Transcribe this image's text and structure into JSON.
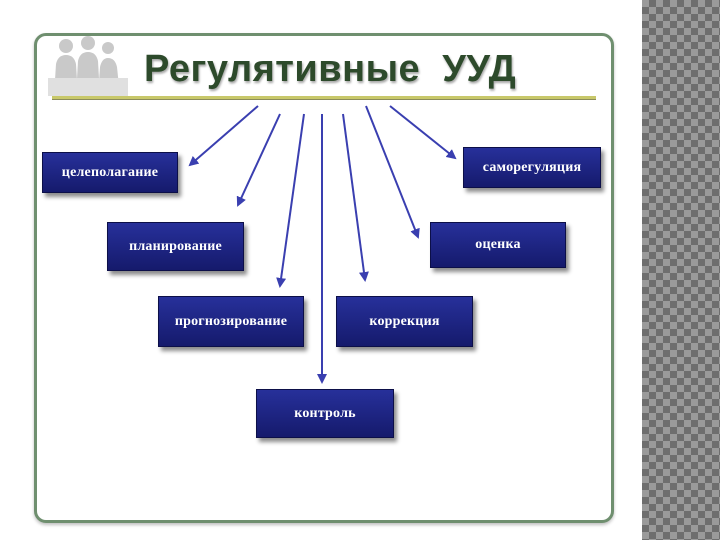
{
  "slide": {
    "title": "Регулятивные  УУД",
    "colors": {
      "title": "#2d4a2b",
      "box": "#1f2585",
      "arrow": "#3a3fb0",
      "frame": "#6f8f6f",
      "rule": "#c8c86a"
    }
  },
  "diagram": {
    "nodes": [
      {
        "id": "celepolaganie",
        "label": "целеполагание"
      },
      {
        "id": "samoreg",
        "label": "саморегуляция"
      },
      {
        "id": "planirovanie",
        "label": "планирование"
      },
      {
        "id": "ocenka",
        "label": "оценка"
      },
      {
        "id": "prognoz",
        "label": "прогнозирование"
      },
      {
        "id": "korrekcia",
        "label": "коррекция"
      },
      {
        "id": "kontrol",
        "label": "контроль"
      }
    ],
    "edges": [
      {
        "from": "title",
        "to": "celepolaganie"
      },
      {
        "from": "title",
        "to": "planirovanie"
      },
      {
        "from": "title",
        "to": "prognoz"
      },
      {
        "from": "title",
        "to": "kontrol"
      },
      {
        "from": "title",
        "to": "korrekcia"
      },
      {
        "from": "title",
        "to": "ocenka"
      },
      {
        "from": "title",
        "to": "samoreg"
      }
    ]
  },
  "icons": {
    "logo": "people-silhouette-icon"
  }
}
